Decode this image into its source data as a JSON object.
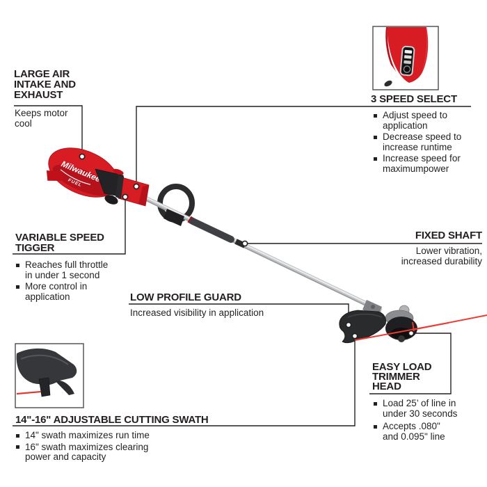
{
  "product": {
    "brand": "Milwaukee",
    "badge": "FUEL"
  },
  "colors": {
    "accent_red": "#d6001c",
    "trimmer_line_red": "#ee3a33",
    "ink": "#231f20"
  },
  "callouts": {
    "large_air": {
      "title_lines": [
        "LARGE AIR",
        "INTAKE AND",
        "EXHAUST"
      ],
      "body_lines": [
        "Keeps motor",
        "cool"
      ]
    },
    "speed_select": {
      "title_lines": [
        "3 SPEED SELECT"
      ],
      "bullets": [
        {
          "lines": [
            "Adjust speed to",
            "application"
          ]
        },
        {
          "lines": [
            "Decrease speed to",
            "increase runtime"
          ]
        },
        {
          "lines": [
            "Increase speed for",
            "maximumpower"
          ]
        }
      ]
    },
    "variable_speed": {
      "title_lines": [
        "VARIABLE SPEED",
        "TIGGER"
      ],
      "bullets": [
        {
          "lines": [
            "Reaches full throttle",
            "in under 1 second"
          ]
        },
        {
          "lines": [
            "More control in",
            "application"
          ]
        }
      ]
    },
    "fixed_shaft": {
      "title_lines": [
        "FIXED SHAFT"
      ],
      "body_lines": [
        "Lower vibration,",
        "increased durability"
      ]
    },
    "low_profile_guard": {
      "title_lines": [
        "LOW PROFILE GUARD"
      ],
      "body_lines": [
        "Increased visibility in application"
      ]
    },
    "cutting_swath": {
      "title_lines": [
        "14\"-16\" ADJUSTABLE CUTTING SWATH"
      ],
      "bullets": [
        {
          "lines": [
            "14\" swath maximizes run time"
          ]
        },
        {
          "lines": [
            "16\" swath maximizes clearing",
            "power and capacity"
          ]
        }
      ]
    },
    "easy_load": {
      "title_lines": [
        "EASY LOAD",
        "TRIMMER",
        "HEAD"
      ],
      "bullets": [
        {
          "lines": [
            "Load 25’ of line in",
            "under 30 seconds"
          ]
        },
        {
          "lines": [
            "Accepts .080\"",
            "and 0.095\" line"
          ]
        }
      ]
    }
  }
}
